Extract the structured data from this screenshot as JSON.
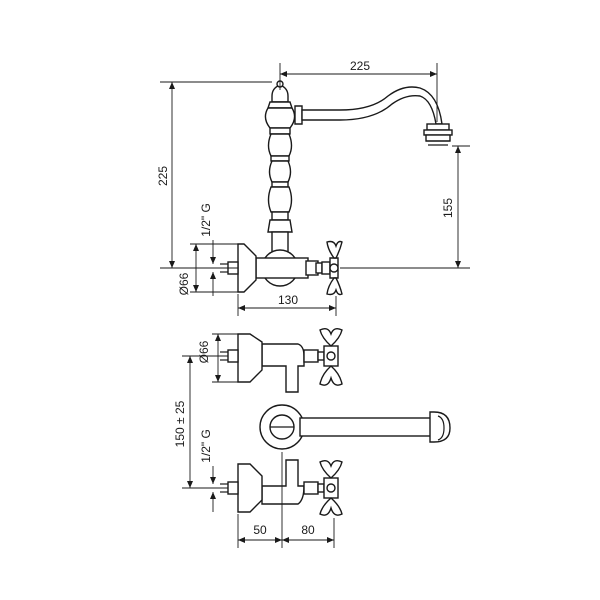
{
  "dimensions": {
    "spout_reach": "225",
    "overall_height": "225",
    "spout_height": "155",
    "thread_top": "1/2\" G",
    "diameter_top": "Ø66",
    "center_width": "130",
    "diameter_bottom": "Ø66",
    "center_distance": "150 ± 25",
    "thread_bottom": "1/2\" G",
    "offset_left": "50",
    "offset_right": "80"
  },
  "colors": {
    "line": "#1a1a1a",
    "background": "#ffffff"
  }
}
